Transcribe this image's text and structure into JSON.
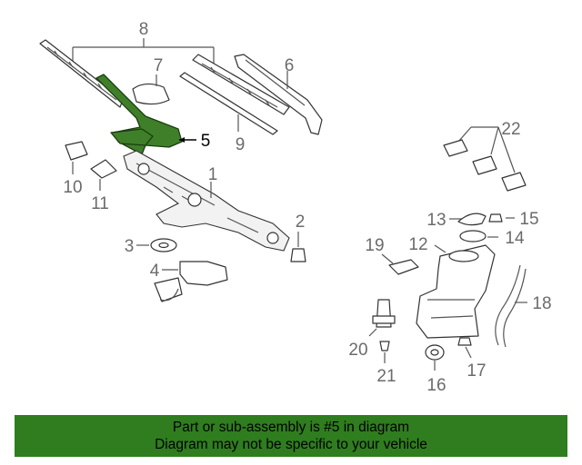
{
  "callouts": {
    "c1": "1",
    "c2": "2",
    "c3": "3",
    "c4": "4",
    "c5": "5",
    "c6": "6",
    "c7": "7",
    "c8": "8",
    "c9": "9",
    "c10": "10",
    "c11": "11",
    "c12": "12",
    "c13": "13",
    "c14": "14",
    "c15": "15",
    "c16": "16",
    "c17": "17",
    "c18": "18",
    "c19": "19",
    "c20": "20",
    "c21": "21",
    "c22": "22"
  },
  "highlight_color": "#2f7d1e",
  "highlighted_part": "5",
  "banner": {
    "line1": "Part or sub-assembly is #5 in diagram",
    "line2": "Diagram may not be specific to your vehicle"
  }
}
